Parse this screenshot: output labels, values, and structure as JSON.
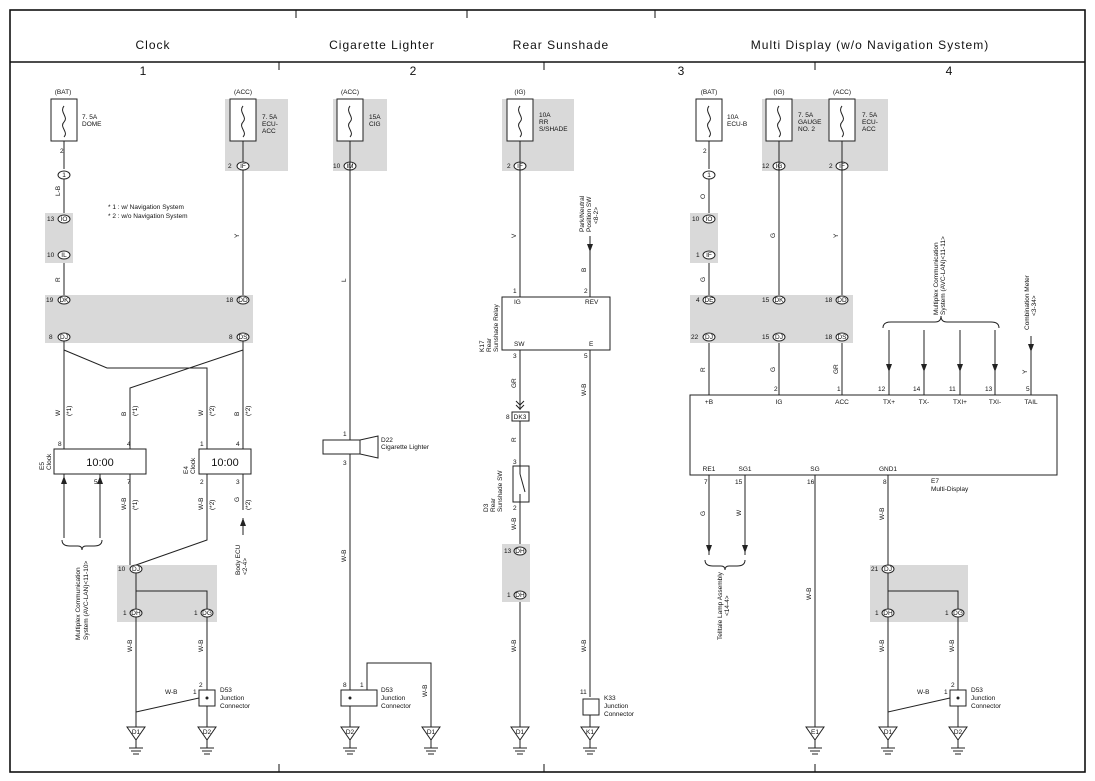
{
  "headers": {
    "clock": "Clock",
    "lighter": "Cigarette Lighter",
    "sunshade": "Rear Sunshade",
    "multi": "Multi Display (w/o Navigation System)"
  },
  "columns": [
    "1",
    "2",
    "3",
    "4"
  ],
  "fuses": {
    "bat_label": "(BAT)",
    "acc_label": "(ACC)",
    "ig_label": "(IG)",
    "dome_amp": "7. 5A",
    "dome_name": "DOME",
    "ecu_acc_amp": "7. 5A",
    "ecu_acc_name1": "ECU-",
    "ecu_acc_name2": "ACC",
    "cig_amp": "15A",
    "cig_name": "CIG",
    "rr_amp": "10A",
    "rr_name1": "RR",
    "rr_name2": "S/SHADE",
    "ecub_amp": "10A",
    "ecub_name": "ECU-B",
    "gauge_amp": "7. 5A",
    "gauge_name1": "GAUGE",
    "gauge_name2": "NO. 2"
  },
  "connectors": {
    "c1": "1",
    "IO": "IO",
    "IL": "IL",
    "IF": "IF",
    "IG": "IG",
    "IM": "IM",
    "DK": "DK",
    "DJ": "DJ",
    "DD": "DD",
    "DS": "DS",
    "DE": "DE",
    "DH": "DH",
    "DG": "DG",
    "DK3": "DK3"
  },
  "pins": {
    "p1": "1",
    "p2": "2",
    "p3": "3",
    "p4": "4",
    "p5": "5",
    "p7": "7",
    "p8": "8",
    "p10": "10",
    "p11": "11",
    "p12": "12",
    "p13": "13",
    "p14": "14",
    "p15": "15",
    "p16": "16",
    "p18": "18",
    "p19": "19",
    "p21": "21",
    "p22": "22"
  },
  "wires": {
    "LB": "L-B",
    "R": "R",
    "Y": "Y",
    "L": "L",
    "V": "V",
    "B": "B",
    "G": "G",
    "O": "O",
    "GR": "GR",
    "W": "W",
    "WB": "W-B"
  },
  "notes": {
    "n1": "(*1)",
    "n2": "(*2)",
    "legend1": "* 1 : w/ Navigation System",
    "legend2": "* 2 : w/o Navigation System"
  },
  "components": {
    "clock_display": "10:00",
    "e5": "E5",
    "e5_name": "Clock",
    "e4": "E4",
    "e4_name": "Clock",
    "d22": "D22",
    "d22_name": "Cigarette Lighter",
    "k17": "K17",
    "k17_l1": "Rear",
    "k17_l2": "Sunshade Relay",
    "d3": "D3",
    "d3_l1": "Rear",
    "d3_l2": "Sunshade SW",
    "e7": "E7",
    "e7_name": "Multi-Display",
    "d53": "D53",
    "junction1": "Junction",
    "junction2": "Connector",
    "k33": "K33"
  },
  "terminals": {
    "IG": "IG",
    "REV": "REV",
    "SW": "SW",
    "E": "E",
    "pB": "+B",
    "ACC": "ACC",
    "TXp": "TX+",
    "TXm": "TX-",
    "TXIp": "TXI+",
    "TXIm": "TXI-",
    "TAIL": "TAIL",
    "RE1": "RE1",
    "SG1": "SG1",
    "SG": "SG",
    "GND1": "GND1"
  },
  "refs": {
    "mcs_clock1": "Multiplex Communication",
    "mcs_clock2": "System (AVC-LAN)<11-10>",
    "body_ecu1": "Body ECU",
    "body_ecu2": "<2-4>",
    "park1": "Park/Neutral",
    "park2": "Position SW",
    "park3": "<8-2>",
    "mcs_md1": "Multiplex Communication",
    "mcs_md2": "System (AVC-LAN)<11-11>",
    "cm1": "Combination Meter",
    "cm2": "<3-34>",
    "tell1": "Telltale Lamp Assembly",
    "tell2": "<14-4>"
  },
  "grounds": {
    "D1": "D1",
    "D2": "D2",
    "K1": "K1",
    "E1": "E1"
  }
}
